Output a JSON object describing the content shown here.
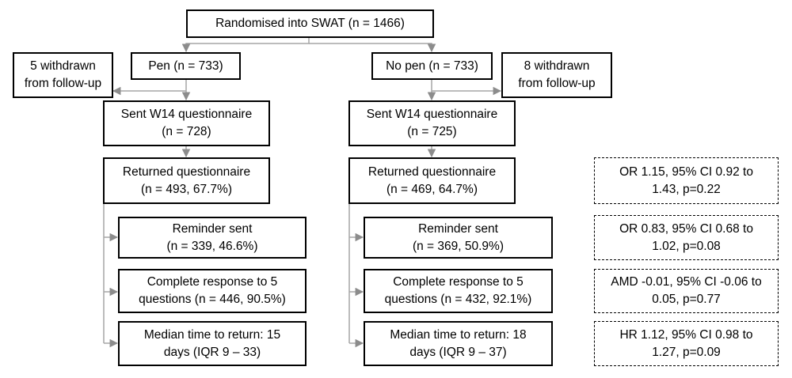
{
  "randomised": {
    "line1": "Randomised into SWAT (n = 1466)"
  },
  "pen": {
    "arm": "Pen (n = 733)",
    "withdrawn": {
      "line1": "5 withdrawn",
      "line2": "from follow-up"
    },
    "sent": {
      "line1": "Sent W14 questionnaire",
      "line2": "(n = 728)"
    },
    "returned": {
      "line1": "Returned questionnaire",
      "line2": "(n = 493, 67.7%)"
    },
    "reminder": {
      "line1": "Reminder sent",
      "line2": "(n = 339, 46.6%)"
    },
    "complete": {
      "line1": "Complete response to 5",
      "line2": "questions (n = 446, 90.5%)"
    },
    "median": {
      "line1": "Median time to return: 15",
      "line2": "days (IQR 9 – 33)"
    }
  },
  "nopen": {
    "arm": "No pen (n = 733)",
    "withdrawn": {
      "line1": "8 withdrawn",
      "line2": "from follow-up"
    },
    "sent": {
      "line1": "Sent W14 questionnaire",
      "line2": "(n = 725)"
    },
    "returned": {
      "line1": "Returned questionnaire",
      "line2": "(n = 469, 64.7%)"
    },
    "reminder": {
      "line1": "Reminder sent",
      "line2": "(n = 369, 50.9%)"
    },
    "complete": {
      "line1": "Complete response to 5",
      "line2": "questions (n = 432, 92.1%)"
    },
    "median": {
      "line1": "Median time to return: 18",
      "line2": "days (IQR 9 – 37)"
    }
  },
  "stats": {
    "returned": {
      "line1": "OR 1.15, 95% CI 0.92 to",
      "line2": "1.43, p=0.22"
    },
    "reminder": {
      "line1": "OR 0.83, 95% CI 0.68 to",
      "line2": "1.02, p=0.08"
    },
    "complete": {
      "line1": "AMD -0.01, 95% CI -0.06 to",
      "line2": "0.05, p=0.77"
    },
    "median": {
      "line1": "HR 1.12, 95% CI 0.98 to",
      "line2": "1.27, p=0.09"
    }
  },
  "colors": {
    "line": "#a6a6a6",
    "border": "#000000"
  }
}
